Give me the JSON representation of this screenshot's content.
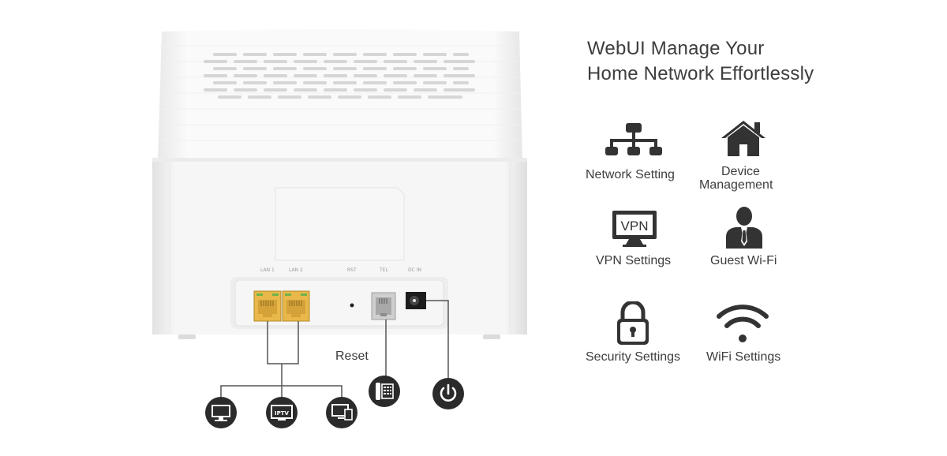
{
  "headline": {
    "line1": "WebUI Manage Your",
    "line2": "Home Network Effortlessly"
  },
  "features": [
    {
      "label": "Network Setting",
      "icon": "network-topology-icon"
    },
    {
      "label_line1": "Device",
      "label_line2": "Management",
      "icon": "house-icon"
    },
    {
      "label": "VPN Settings",
      "icon": "vpn-monitor-icon",
      "icon_text": "VPN"
    },
    {
      "label": "Guest Wi-Fi",
      "icon": "person-suit-icon"
    },
    {
      "label": "Security Settings",
      "icon": "padlock-icon"
    },
    {
      "label": "WiFi Settings",
      "icon": "wifi-icon"
    }
  ],
  "router": {
    "ports": {
      "lan1": "LAN 1",
      "lan2": "LAN 2",
      "rst": "RST",
      "tel": "TEL",
      "dcin": "DC IN"
    },
    "reset_label": "Reset",
    "device_icons": [
      "monitor-icon",
      "iptv-icon",
      "desktop-devices-icon",
      "telephone-icon",
      "power-icon"
    ],
    "iptv_text": "IPTV"
  },
  "colors": {
    "ethernet_port": "#e8b84a",
    "icon_dark": "#2f2f2f",
    "text": "#3d3d3d"
  }
}
